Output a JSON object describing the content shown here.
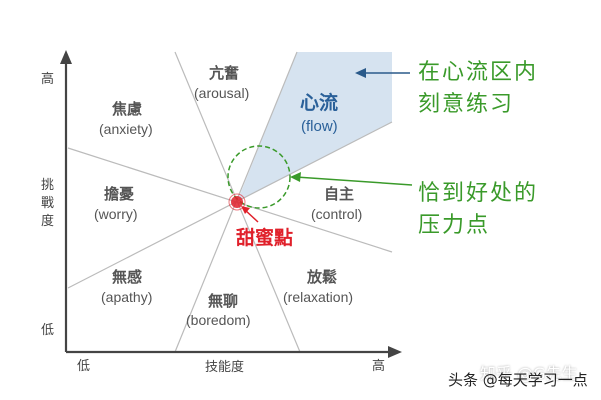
{
  "axes": {
    "y_high": "高",
    "y_low": "低",
    "y_title": [
      "挑",
      "戰",
      "度"
    ],
    "x_low": "低",
    "x_high": "高",
    "x_title": "技能度"
  },
  "regions": {
    "arousal": {
      "zh": "亢奮",
      "en": "(arousal)"
    },
    "anxiety": {
      "zh": "焦慮",
      "en": "(anxiety)"
    },
    "flow": {
      "zh": "心流",
      "en": "(flow)"
    },
    "worry": {
      "zh": "擔憂",
      "en": "(worry)"
    },
    "control": {
      "zh": "自主",
      "en": "(control)"
    },
    "apathy": {
      "zh": "無感",
      "en": "(apathy)"
    },
    "boredom": {
      "zh": "無聊",
      "en": "(boredom)"
    },
    "relaxation": {
      "zh": "放鬆",
      "en": "(relaxation)"
    }
  },
  "sweet_spot": "甜蜜點",
  "notes": {
    "flow_note": [
      "在心流区内",
      "刻意练习"
    ],
    "pressure_note": [
      "恰到好处的",
      "压力点"
    ]
  },
  "watermark": {
    "zhihu": "知乎 @G先生",
    "toutiao": "头条 @每天学习一点"
  },
  "colors": {
    "flow_fill": "#d6e3f0",
    "flow_text": "#2a6099",
    "sweet_spot": "#e0202a",
    "note_green": "#3a9a2a",
    "arrow_blue": "#2a5a8a",
    "axis": "#444444",
    "lines": "#bbbbbb"
  }
}
